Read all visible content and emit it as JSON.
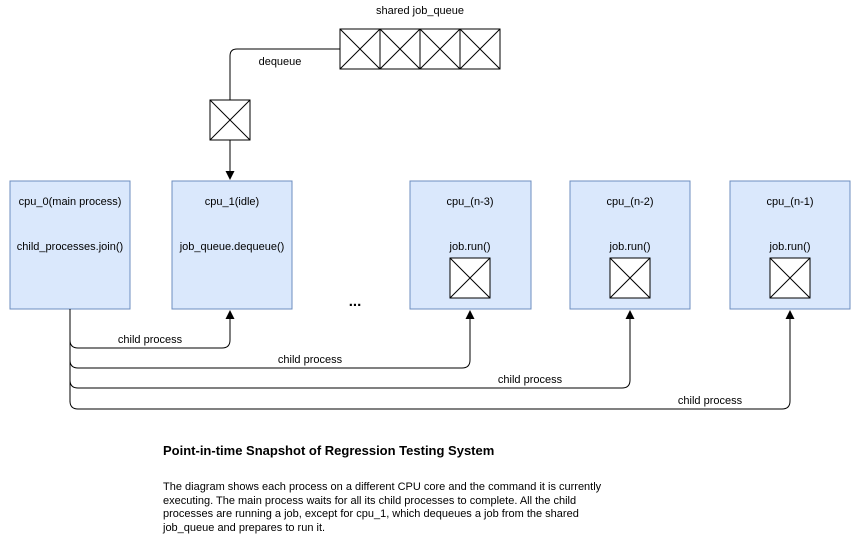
{
  "diagram": {
    "queue": {
      "label": "shared job_queue",
      "cell_count": 4
    },
    "dequeue_label": "dequeue",
    "ellipsis": "...",
    "edge_labels": [
      "child process",
      "child process",
      "child process",
      "child process"
    ],
    "cpus": [
      {
        "title": "cpu_0(main process)",
        "command": "child_processes.join()",
        "has_job_box": false
      },
      {
        "title": "cpu_1(idle)",
        "command": "job_queue.dequeue()",
        "has_job_box": false
      },
      {
        "title": "cpu_(n-3)",
        "command": "job.run()",
        "has_job_box": true
      },
      {
        "title": "cpu_(n-2)",
        "command": "job.run()",
        "has_job_box": true
      },
      {
        "title": "cpu_(n-1)",
        "command": "job.run()",
        "has_job_box": true
      }
    ],
    "colors": {
      "cpu_fill": "#dae8fc",
      "cpu_stroke": "#6c8ebf",
      "line": "#000000",
      "job_fill": "#ffffff"
    }
  },
  "caption": {
    "title": "Point-in-time Snapshot of Regression Testing System",
    "body": "The diagram shows each process on a different CPU core and the command it is currently executing. The main process waits for all its child processes to complete. All the child processes are running a job, except for cpu_1, which dequeues a job from the shared job_queue and prepares to run it."
  }
}
